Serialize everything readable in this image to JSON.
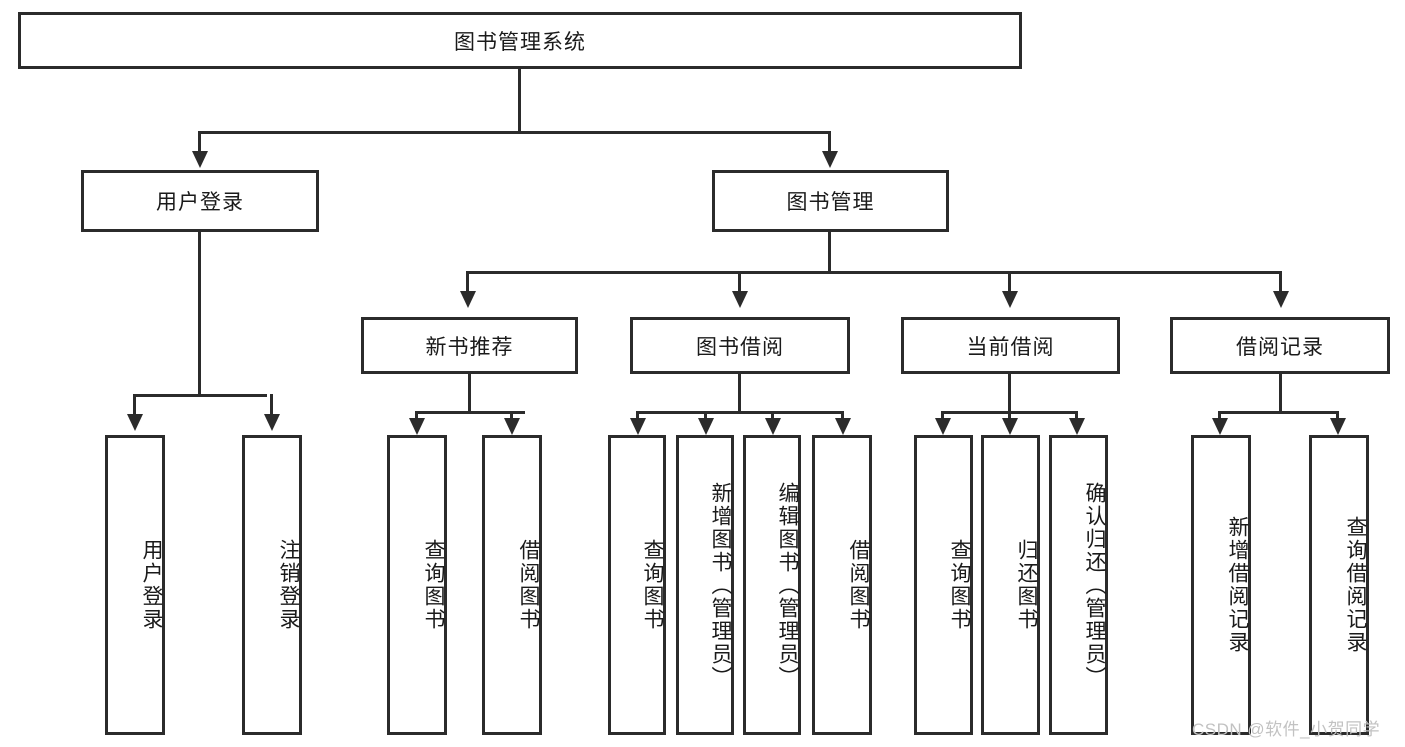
{
  "diagram": {
    "title": "图书管理系统",
    "type": "hierarchy-tree",
    "root": {
      "label": "图书管理系统"
    },
    "level1": [
      {
        "label": "用户登录"
      },
      {
        "label": "图书管理"
      }
    ],
    "level2": [
      {
        "label": "新书推荐"
      },
      {
        "label": "图书借阅"
      },
      {
        "label": "当前借阅"
      },
      {
        "label": "借阅记录"
      }
    ],
    "leaves": {
      "user_login": [
        {
          "label": "用户登录"
        },
        {
          "label": "注销登录"
        }
      ],
      "new_book_recommend": [
        {
          "label": "查询图书"
        },
        {
          "label": "借阅图书"
        }
      ],
      "book_borrow": [
        {
          "label": "查询图书"
        },
        {
          "label": "新增图书（管理员）"
        },
        {
          "label": "编辑图书（管理员）"
        },
        {
          "label": "借阅图书"
        }
      ],
      "current_borrow": [
        {
          "label": "查询图书"
        },
        {
          "label": "归还图书"
        },
        {
          "label": "确认归还（管理员）"
        }
      ],
      "borrow_record": [
        {
          "label": "新增借阅记录"
        },
        {
          "label": "查询借阅记录"
        }
      ]
    }
  },
  "watermark": {
    "text": "CSDN @软件_小贺同学"
  },
  "colors": {
    "stroke": "#2b2b2b",
    "background": "#ffffff",
    "text": "#1a1a1a",
    "watermark": "#c2c2c2"
  }
}
